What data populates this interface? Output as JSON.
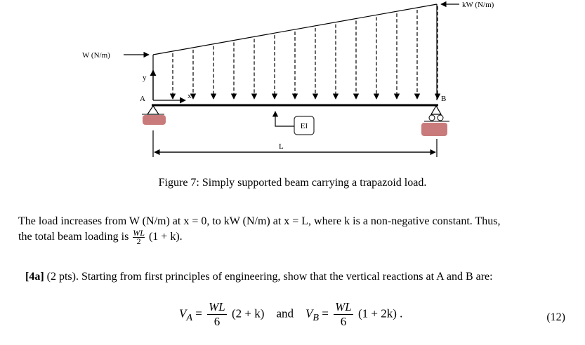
{
  "figure": {
    "label_left_load": "W (N/m)",
    "label_right_load": "kW (N/m)",
    "label_y": "y",
    "label_x": "x",
    "label_a": "A",
    "label_b": "B",
    "label_ei": "EI",
    "label_length": "L",
    "caption": "Figure 7: Simply supported beam carrying a trapazoid load."
  },
  "paragraph": {
    "line1": "The load increases from W (N/m) at x = 0, to kW (N/m) at x = L, where k is a non-negative constant. Thus,",
    "line2_prefix": "the total beam loading is",
    "line2_frac_num": "WL",
    "line2_frac_den": "2",
    "line2_suffix": "(1 + k)."
  },
  "problem": {
    "tag": "[4a]",
    "text": "(2 pts). Starting from first principles of engineering, show that the vertical reactions at A and B are:"
  },
  "equation": {
    "va_lhs": "V",
    "va_sub": "A",
    "eq_sign": "=",
    "frac_num": "WL",
    "frac_den": "6",
    "va_tail": "(2 + k)",
    "and_word": "and",
    "vb_lhs": "V",
    "vb_sub": "B",
    "vb_tail": "(1 + 2k) .",
    "number": "(12)"
  }
}
